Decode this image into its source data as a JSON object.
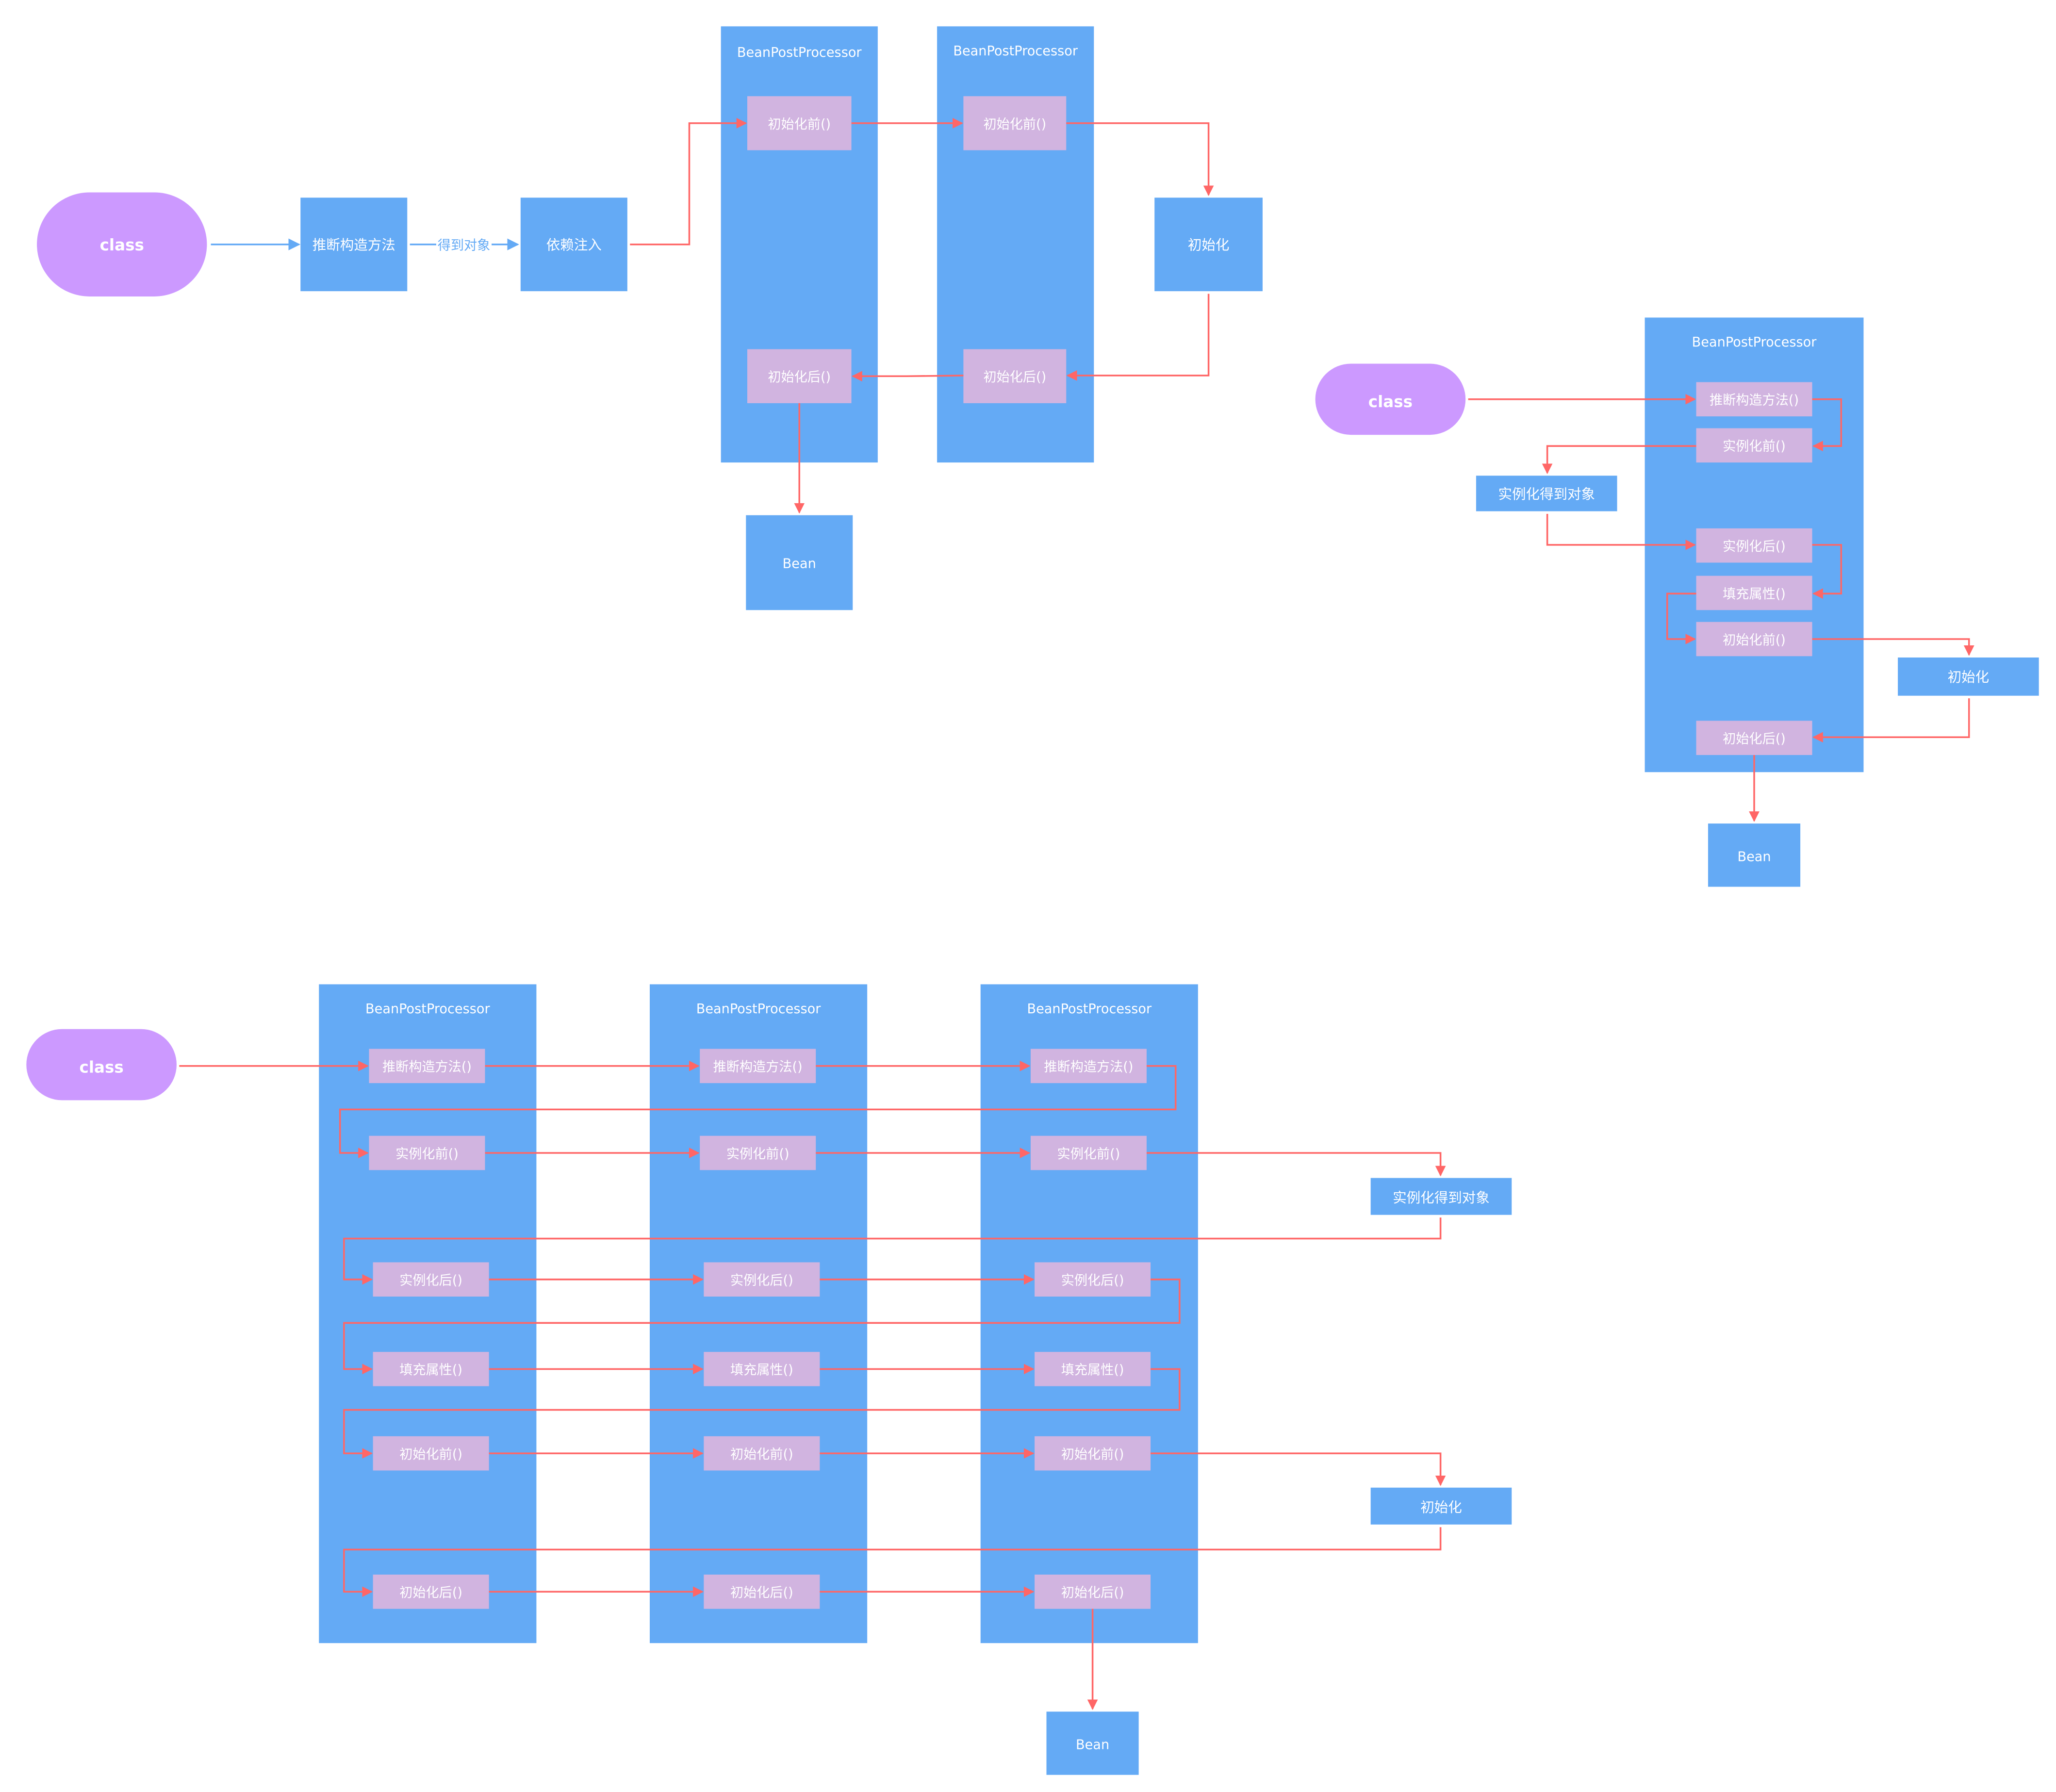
{
  "colors": {
    "block": "#64aaf5",
    "method": "#d1b4e0",
    "class_node": "#cc99ff",
    "arrow_red": "#ff6666",
    "arrow_blue": "#64aaf5",
    "text": "#ffffff"
  },
  "diagram1": {
    "class_label": "class",
    "infer_constructor": "推断构造方法",
    "edge_label": "得到对象",
    "dependency_injection": "依赖注入",
    "processors": [
      {
        "title": "BeanPostProcessor",
        "before_init": "初始化前()",
        "after_init": "初始化后()"
      },
      {
        "title": "BeanPostProcessor",
        "before_init": "初始化前()",
        "after_init": "初始化后()"
      }
    ],
    "init": "初始化",
    "bean": "Bean"
  },
  "diagram2": {
    "class_label": "class",
    "processor_title": "BeanPostProcessor",
    "methods": [
      "推断构造方法()",
      "实例化前()",
      "实例化后()",
      "填充属性()",
      "初始化前()",
      "初始化后()"
    ],
    "instantiate": "实例化得到对象",
    "init": "初始化",
    "bean": "Bean"
  },
  "diagram3": {
    "class_label": "class",
    "processors": [
      {
        "title": "BeanPostProcessor",
        "methods": [
          "推断构造方法()",
          "实例化前()",
          "实例化后()",
          "填充属性()",
          "初始化前()",
          "初始化后()"
        ]
      },
      {
        "title": "BeanPostProcessor",
        "methods": [
          "推断构造方法()",
          "实例化前()",
          "实例化后()",
          "填充属性()",
          "初始化前()",
          "初始化后()"
        ]
      },
      {
        "title": "BeanPostProcessor",
        "methods": [
          "推断构造方法()",
          "实例化前()",
          "实例化后()",
          "填充属性()",
          "初始化前()",
          "初始化后()"
        ]
      }
    ],
    "instantiate": "实例化得到对象",
    "init": "初始化",
    "bean": "Bean"
  }
}
